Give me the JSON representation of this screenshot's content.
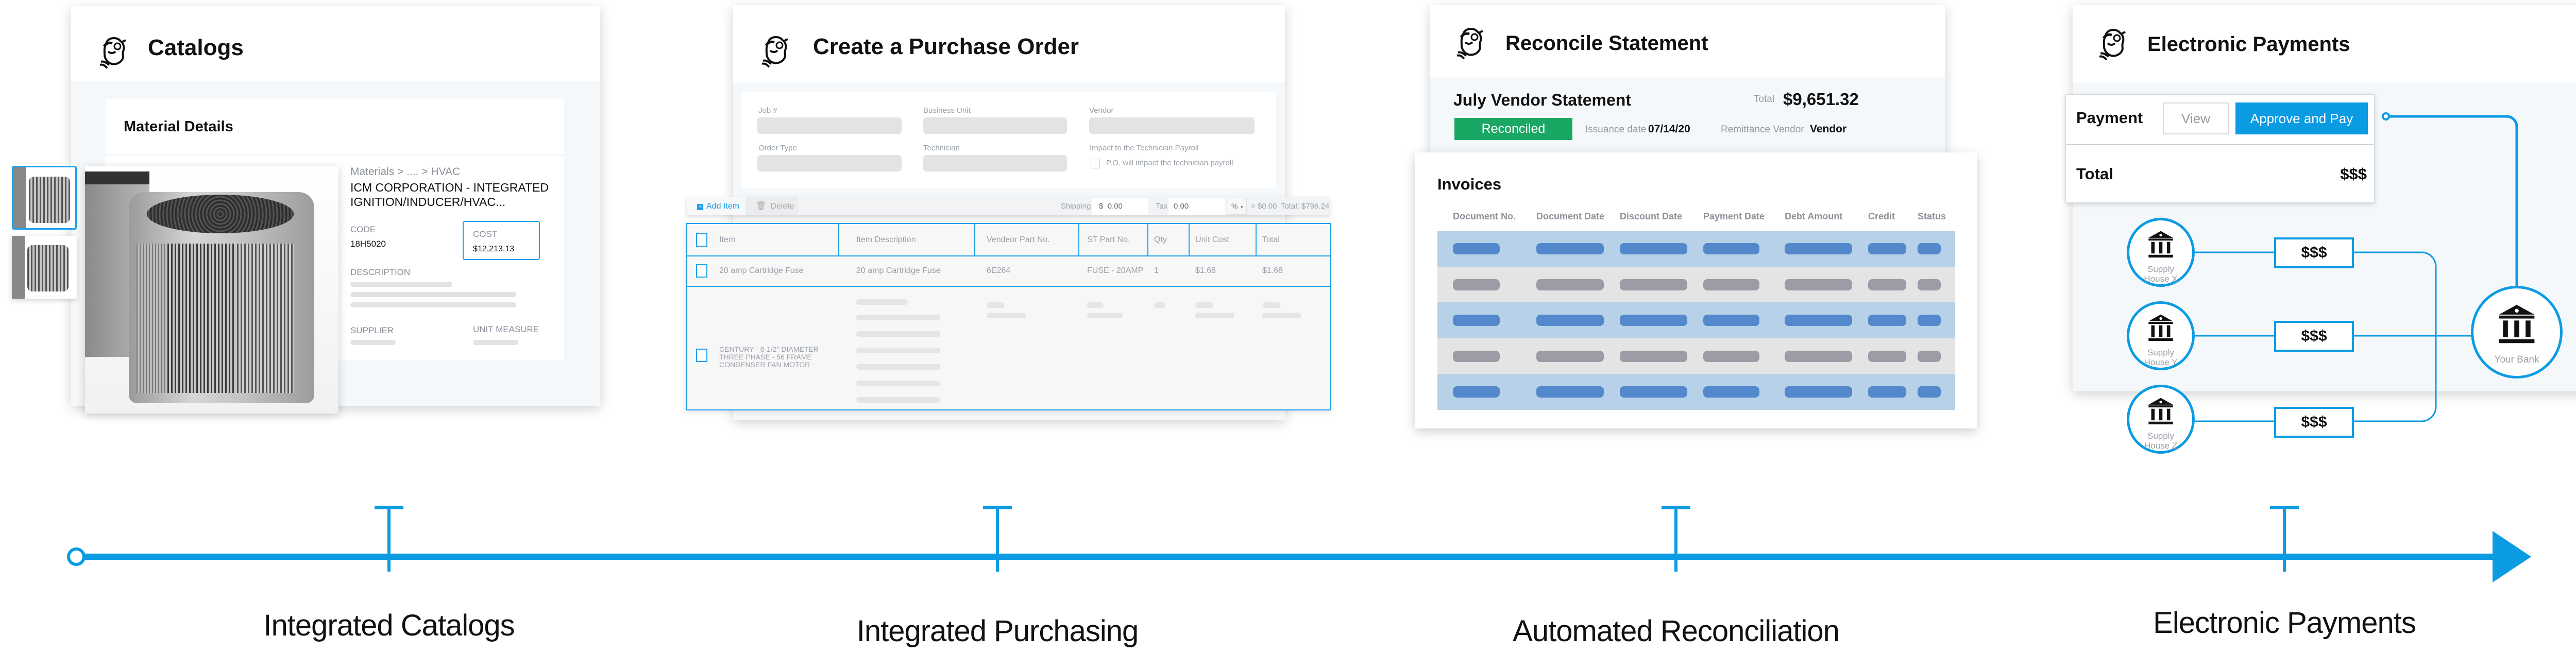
{
  "colors": {
    "accent": "#0a9be3",
    "reconciled": "#1aa763",
    "row_blue": "#b6d1e8",
    "pill_blue": "#5389cc",
    "row_grey": "#e4e4e4",
    "pill_grey": "#9b9ca6"
  },
  "catalogs": {
    "title": "Catalogs",
    "card_title": "Material Details",
    "breadcrumb": "Materials > .... > HVAC",
    "product_name_line1": "ICM CORPORATION - INTEGRATED",
    "product_name_line2": "IGNITION/INDUCER/HVAC...",
    "code_label": "CODE",
    "code_value": "18H5020",
    "cost_label": "COST",
    "cost_value": "$12,213.13",
    "description_label": "DESCRIPTION",
    "supplier_label": "SUPPLIER",
    "unit_measure_label": "UNIT MEASURE"
  },
  "purchase_order": {
    "title": "Create a Purchase Order",
    "fields": {
      "job": "Job #",
      "business_unit": "Business Unit",
      "vendor": "Vendor",
      "order_type": "Order Type",
      "technician": "Technician",
      "payroll": "Impact to the  Technician Payroll",
      "payroll_checkbox": "P.O. will impact the technician payroll"
    },
    "toolbar": {
      "add_item": "Add Item",
      "delete": "Delete",
      "shipping_label": "Shipping:",
      "shipping_currency": "$",
      "shipping_value": "0.00",
      "tax_label": "Tax:",
      "tax_value": "0.00",
      "tax_unit": "%",
      "tax_amount": "= $0.00",
      "total": "Total: $796.24"
    },
    "columns": [
      "Item",
      "Item Description",
      "Vendeor Part No.",
      "ST Part No.",
      "Qty",
      "Unit Cost",
      "Total"
    ],
    "rows": [
      {
        "item": "20 amp Cartridge Fuse",
        "description": "20 amp Cartridge Fuse",
        "vendor_part": "6E264",
        "st_part": "FUSE - 20AMP",
        "qty": "1",
        "unit_cost": "$1.68",
        "total": "$1.68"
      },
      {
        "item_line1": "CENTURY - 6-1/2\" DIAMETER",
        "item_line2": "THREE  PHASE - 56 FRAME",
        "item_line3": "CONDENSER FAN MOTOR"
      }
    ]
  },
  "reconcile": {
    "title": "Reconcile Statement",
    "statement_title": "July Vendor Statement",
    "total_label": "Total",
    "total_value": "$9,651.32",
    "status": "Reconciled",
    "issuance_label": "Issuance date",
    "issuance_value": "07/14/20",
    "remittance_label": "Remittance Vendor",
    "remittance_value": "Vendor",
    "invoices_title": "Invoices",
    "columns": [
      "Document No.",
      "Document Date",
      "Discount Date",
      "Payment Date",
      "Debt Amount",
      "Credit",
      "Status"
    ]
  },
  "payments": {
    "title": "Electronic Payments",
    "payment_label": "Payment",
    "view_button": "View",
    "approve_button": "Approve and Pay",
    "total_label": "Total",
    "total_value": "$$$",
    "suppliers": [
      {
        "line1": "Supply",
        "line2": "House X",
        "amount": "$$$"
      },
      {
        "line1": "Supply",
        "line2": "House Y",
        "amount": "$$$"
      },
      {
        "line1": "Supply",
        "line2": "House Z",
        "amount": "$$$"
      }
    ],
    "bank_label": "Your Bank"
  },
  "timeline": {
    "milestones": [
      "Integrated Catalogs",
      "Integrated Purchasing",
      "Automated Reconciliation",
      "Electronic Payments"
    ]
  }
}
